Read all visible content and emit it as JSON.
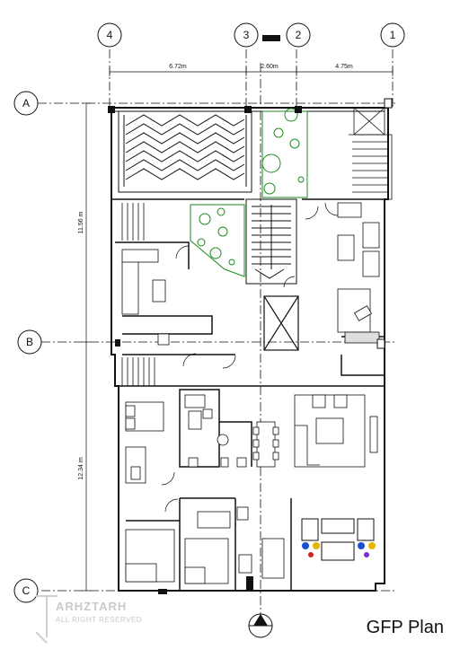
{
  "plan": {
    "title": "GFP Plan",
    "watermark": "ARHZTARH",
    "watermark_sub": "ALL RIGHT RESERVED",
    "column_grid": [
      "4",
      "3",
      "2",
      "1"
    ],
    "row_grid": [
      "A",
      "B",
      "C"
    ],
    "horizontal_dims": [
      "6.72m",
      "2.60m",
      "4.75m"
    ],
    "vertical_dims": [
      "11.56 m",
      "12.34 m"
    ]
  },
  "colors": {
    "line": "#111111",
    "planting": "#1d8a1d",
    "fill": "#f2f2f2"
  }
}
